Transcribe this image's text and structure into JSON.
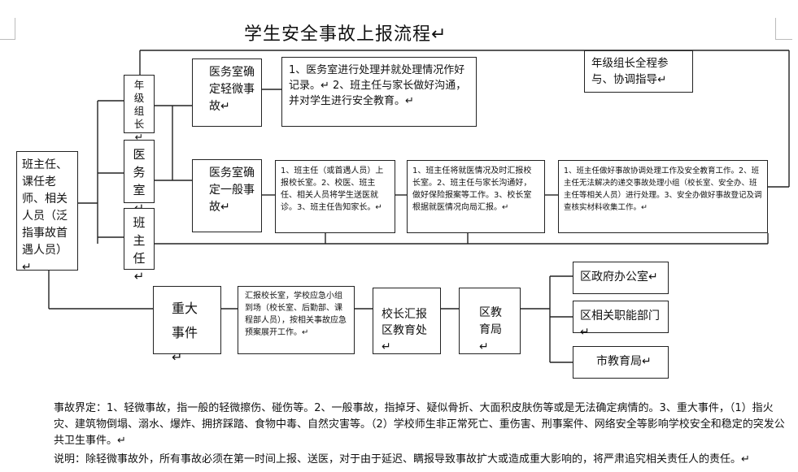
{
  "title": "学生安全事故上报流程↵",
  "reporter": "班主任、课任老师、相关人员（泛指事故首遇人员）↵",
  "grade_leader_small": "年级组长↵",
  "clinic": "医务室↵",
  "head_teacher": "班主任↵",
  "minor_clinic": "医务室确定轻微事故↵",
  "minor_steps": "1、医务室进行处理并就处理情况作好记录。↵ 2、班主任与家长做好沟通，并对学生进行安全教育。↵",
  "grade_leader_full": "年级组长全程参与、协调指导↵",
  "general_clinic": "医务室确定一般事故↵",
  "general_step1": "1、班主任（或首遇人员）上报校长室。2、校医、班主任、相关人员将学生送医就诊。3、班主任告知家长。↵",
  "general_step2": "1、班主任将就医情况及时汇报校长室。2、班主任与家长沟通好，做好保险报案等工作。3、校长室根据就医情况向局汇报。↵",
  "general_step3": "1、班主任做好事故协调处理工作及安全教育工作。2、班主任无法解决的递交事故处理小组（校长室、安全办、班主任等相关人员）进行处理。3、安全办做好事故登记及调查核实材料收集工作。↵",
  "major_event": "重大事件↵",
  "major_step": "汇报校长室，学校应急小组到场（校长室、后勤部、课程部人员），按相关事故应急预案展开工作。↵",
  "principal_report": "校长汇报区教育处↵",
  "district_edu": "区教育局↵",
  "district_gov": "区政府办公室↵",
  "district_dept": "区相关职能部门↵",
  "city_edu": "市教育局↵",
  "definition": "事故界定：1、轻微事故，指一般的轻微擦伤、碰伤等。2、一般事故，指掉牙、疑似骨折、大面积皮肤伤等或是无法确定病情的。3、重大事件，（1）指火灾、建筑物倒塌、溺水、爆炸、拥挤踩踏、食物中毒、自然灾害等。（2）学校师生非正常死亡、重伤害、刑事案件、网络安全等影响学校安全和稳定的突发公共卫生事件。↵",
  "note": "说明：除轻微事故外，所有事故必须在第一时间上报、送医，对于由于延迟、瞒报导致事故扩大或造成重大影响的，将严肃追究相关责任人的责任。↵"
}
